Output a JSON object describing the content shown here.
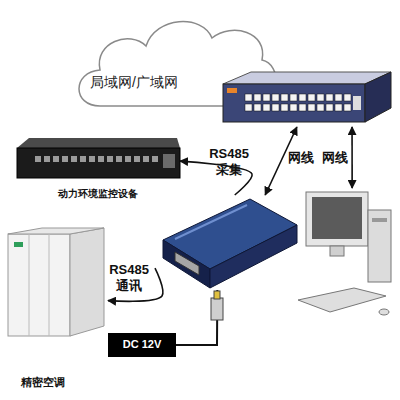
{
  "diagram": {
    "nodes": [
      {
        "text": [
          "局域网/广域网"
        ]
      },
      {
        "text": []
      },
      {
        "text": [
          "动力环境监控设备"
        ]
      },
      {
        "text": []
      },
      {
        "text": []
      },
      {
        "text": [
          "精密空调"
        ]
      },
      {
        "text": [
          "DC 12V"
        ]
      }
    ],
    "edges": [
      {
        "from": 3,
        "to": 2,
        "label": "RS485 采集",
        "arrow": "to"
      },
      {
        "from": 3,
        "to": 5,
        "label": "RS485 通讯",
        "arrow": "to"
      },
      {
        "from": 3,
        "to": 1,
        "label": "网线",
        "arrow": "both"
      },
      {
        "from": 4,
        "to": 1,
        "label": "网线",
        "arrow": "both"
      },
      {
        "from": 6,
        "to": 3,
        "arrow": "none"
      }
    ]
  }
}
